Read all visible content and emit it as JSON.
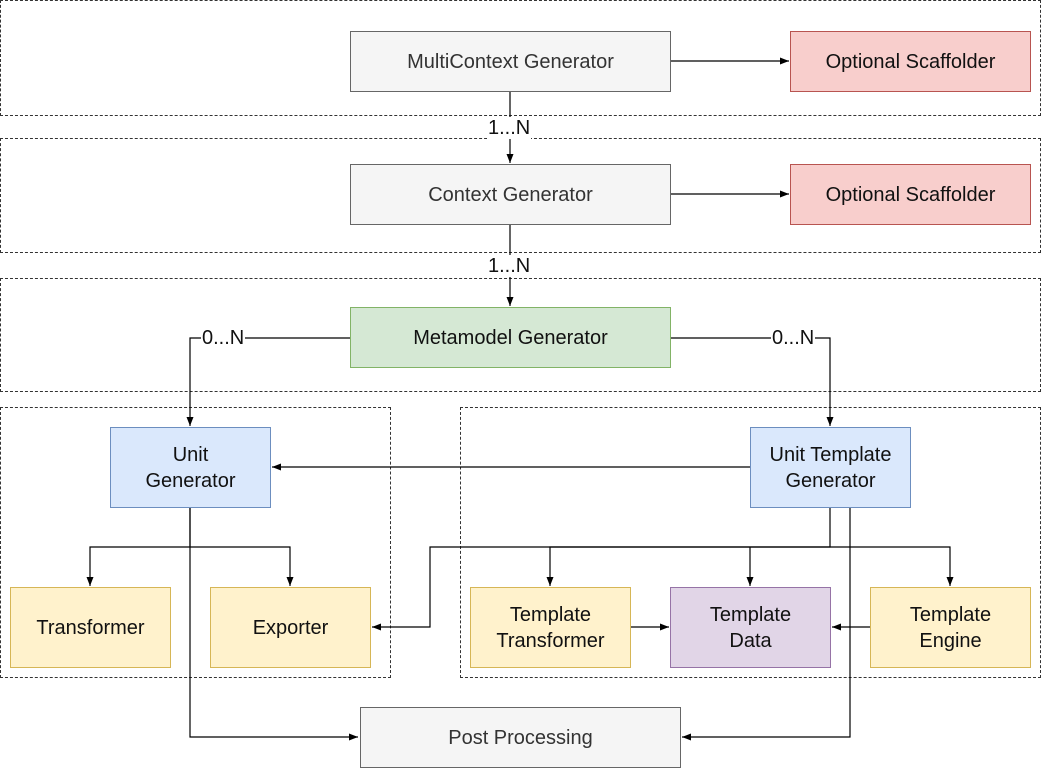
{
  "nodes": {
    "multicontext_generator": "MultiContext Generator",
    "optional_scaffolder_1": "Optional Scaffolder",
    "context_generator": "Context Generator",
    "optional_scaffolder_2": "Optional Scaffolder",
    "metamodel_generator": "Metamodel Generator",
    "unit_generator": "Unit\nGenerator",
    "unit_template_generator": "Unit Template\nGenerator",
    "transformer": "Transformer",
    "exporter": "Exporter",
    "template_transformer": "Template\nTransformer",
    "template_data": "Template\nData",
    "template_engine": "Template\nEngine",
    "post_processing": "Post Processing"
  },
  "edge_labels": {
    "multicontext_to_context": "1...N",
    "context_to_metamodel": "1...N",
    "metamodel_to_unit": "0...N",
    "metamodel_to_unit_template": "0...N"
  },
  "colors": {
    "gray_fill": "#f5f5f5",
    "red_fill": "#f8cecc",
    "green_fill": "#d5e8d4",
    "blue_fill": "#dae8fc",
    "yellow_fill": "#fff2cc",
    "purple_fill": "#e1d5e7"
  }
}
